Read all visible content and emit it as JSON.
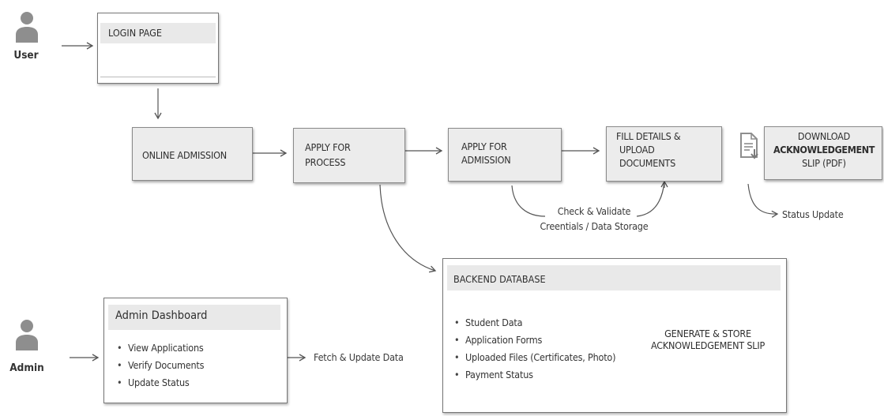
{
  "actors": {
    "user": {
      "label": "User",
      "icon": "person-icon"
    },
    "admin": {
      "label": "Admin",
      "icon": "person-icon"
    }
  },
  "login": {
    "title": "LOGIN PAGE"
  },
  "flow": {
    "online_admission": "ONLINE ADMISSION",
    "apply_process": [
      "APPLY FOR",
      "PROCESS"
    ],
    "apply_admission": [
      "APPLY FOR",
      "ADMISSION"
    ],
    "fill_details": [
      "FILL DETAILS &",
      "UPLOAD",
      "DOCUMENTS"
    ],
    "download": [
      "DOWNLOAD",
      "ACKNOWLEDGEMENT",
      "SLIP (PDF)"
    ],
    "download_icon": "document-download-icon"
  },
  "notes": {
    "check_validate": [
      "Check & Validate",
      "Creentials / Data Storage"
    ],
    "status_update": "Status Update",
    "fetch_update": "Fetch & Update Data"
  },
  "backend": {
    "title": "BACKEND DATABASE",
    "items": [
      "Student Data",
      "Application Forms",
      "Uploaded Files (Certificates, Photo)",
      "Payment Status"
    ],
    "generate": [
      "GENERATE & STORE",
      "ACKNOWLEDGEMENT SLIP"
    ]
  },
  "admin_dashboard": {
    "title": "Admin Dashboard",
    "items": [
      "View Applications",
      "Verify Documents",
      "Update Status"
    ]
  },
  "colors": {
    "box_fill": "#ececec",
    "border": "#8a8a8a",
    "text": "#2e2e2e",
    "arrow": "#555555",
    "icon": "#8e8e8e"
  }
}
